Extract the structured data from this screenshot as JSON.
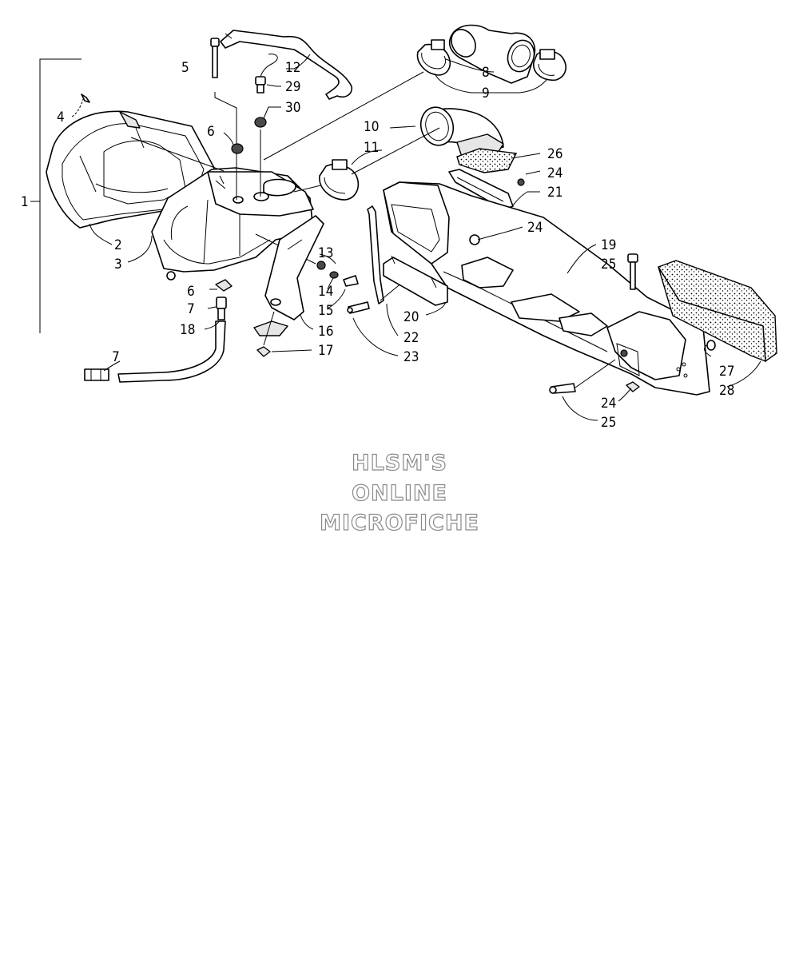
{
  "callouts": {
    "c1": "1",
    "c2": "2",
    "c3": "3",
    "c4": "4",
    "c5": "5",
    "c6a": "6",
    "c6b": "6",
    "c7a": "7",
    "c7b": "7",
    "c8": "8",
    "c9": "9",
    "c10": "10",
    "c11": "11",
    "c12": "12",
    "c13": "13",
    "c14": "14",
    "c15": "15",
    "c16": "16",
    "c17": "17",
    "c18": "18",
    "c19": "19",
    "c20": "20",
    "c21": "21",
    "c22": "22",
    "c23": "23",
    "c24a": "24",
    "c24b": "24",
    "c24c": "24",
    "c25a": "25",
    "c25b": "25",
    "c26": "26",
    "c27": "27",
    "c28": "28",
    "c29": "29",
    "c30": "30"
  },
  "watermark": {
    "line1": "HLSM'S",
    "line2": "ONLINE",
    "line3": "MICROFICHE"
  }
}
